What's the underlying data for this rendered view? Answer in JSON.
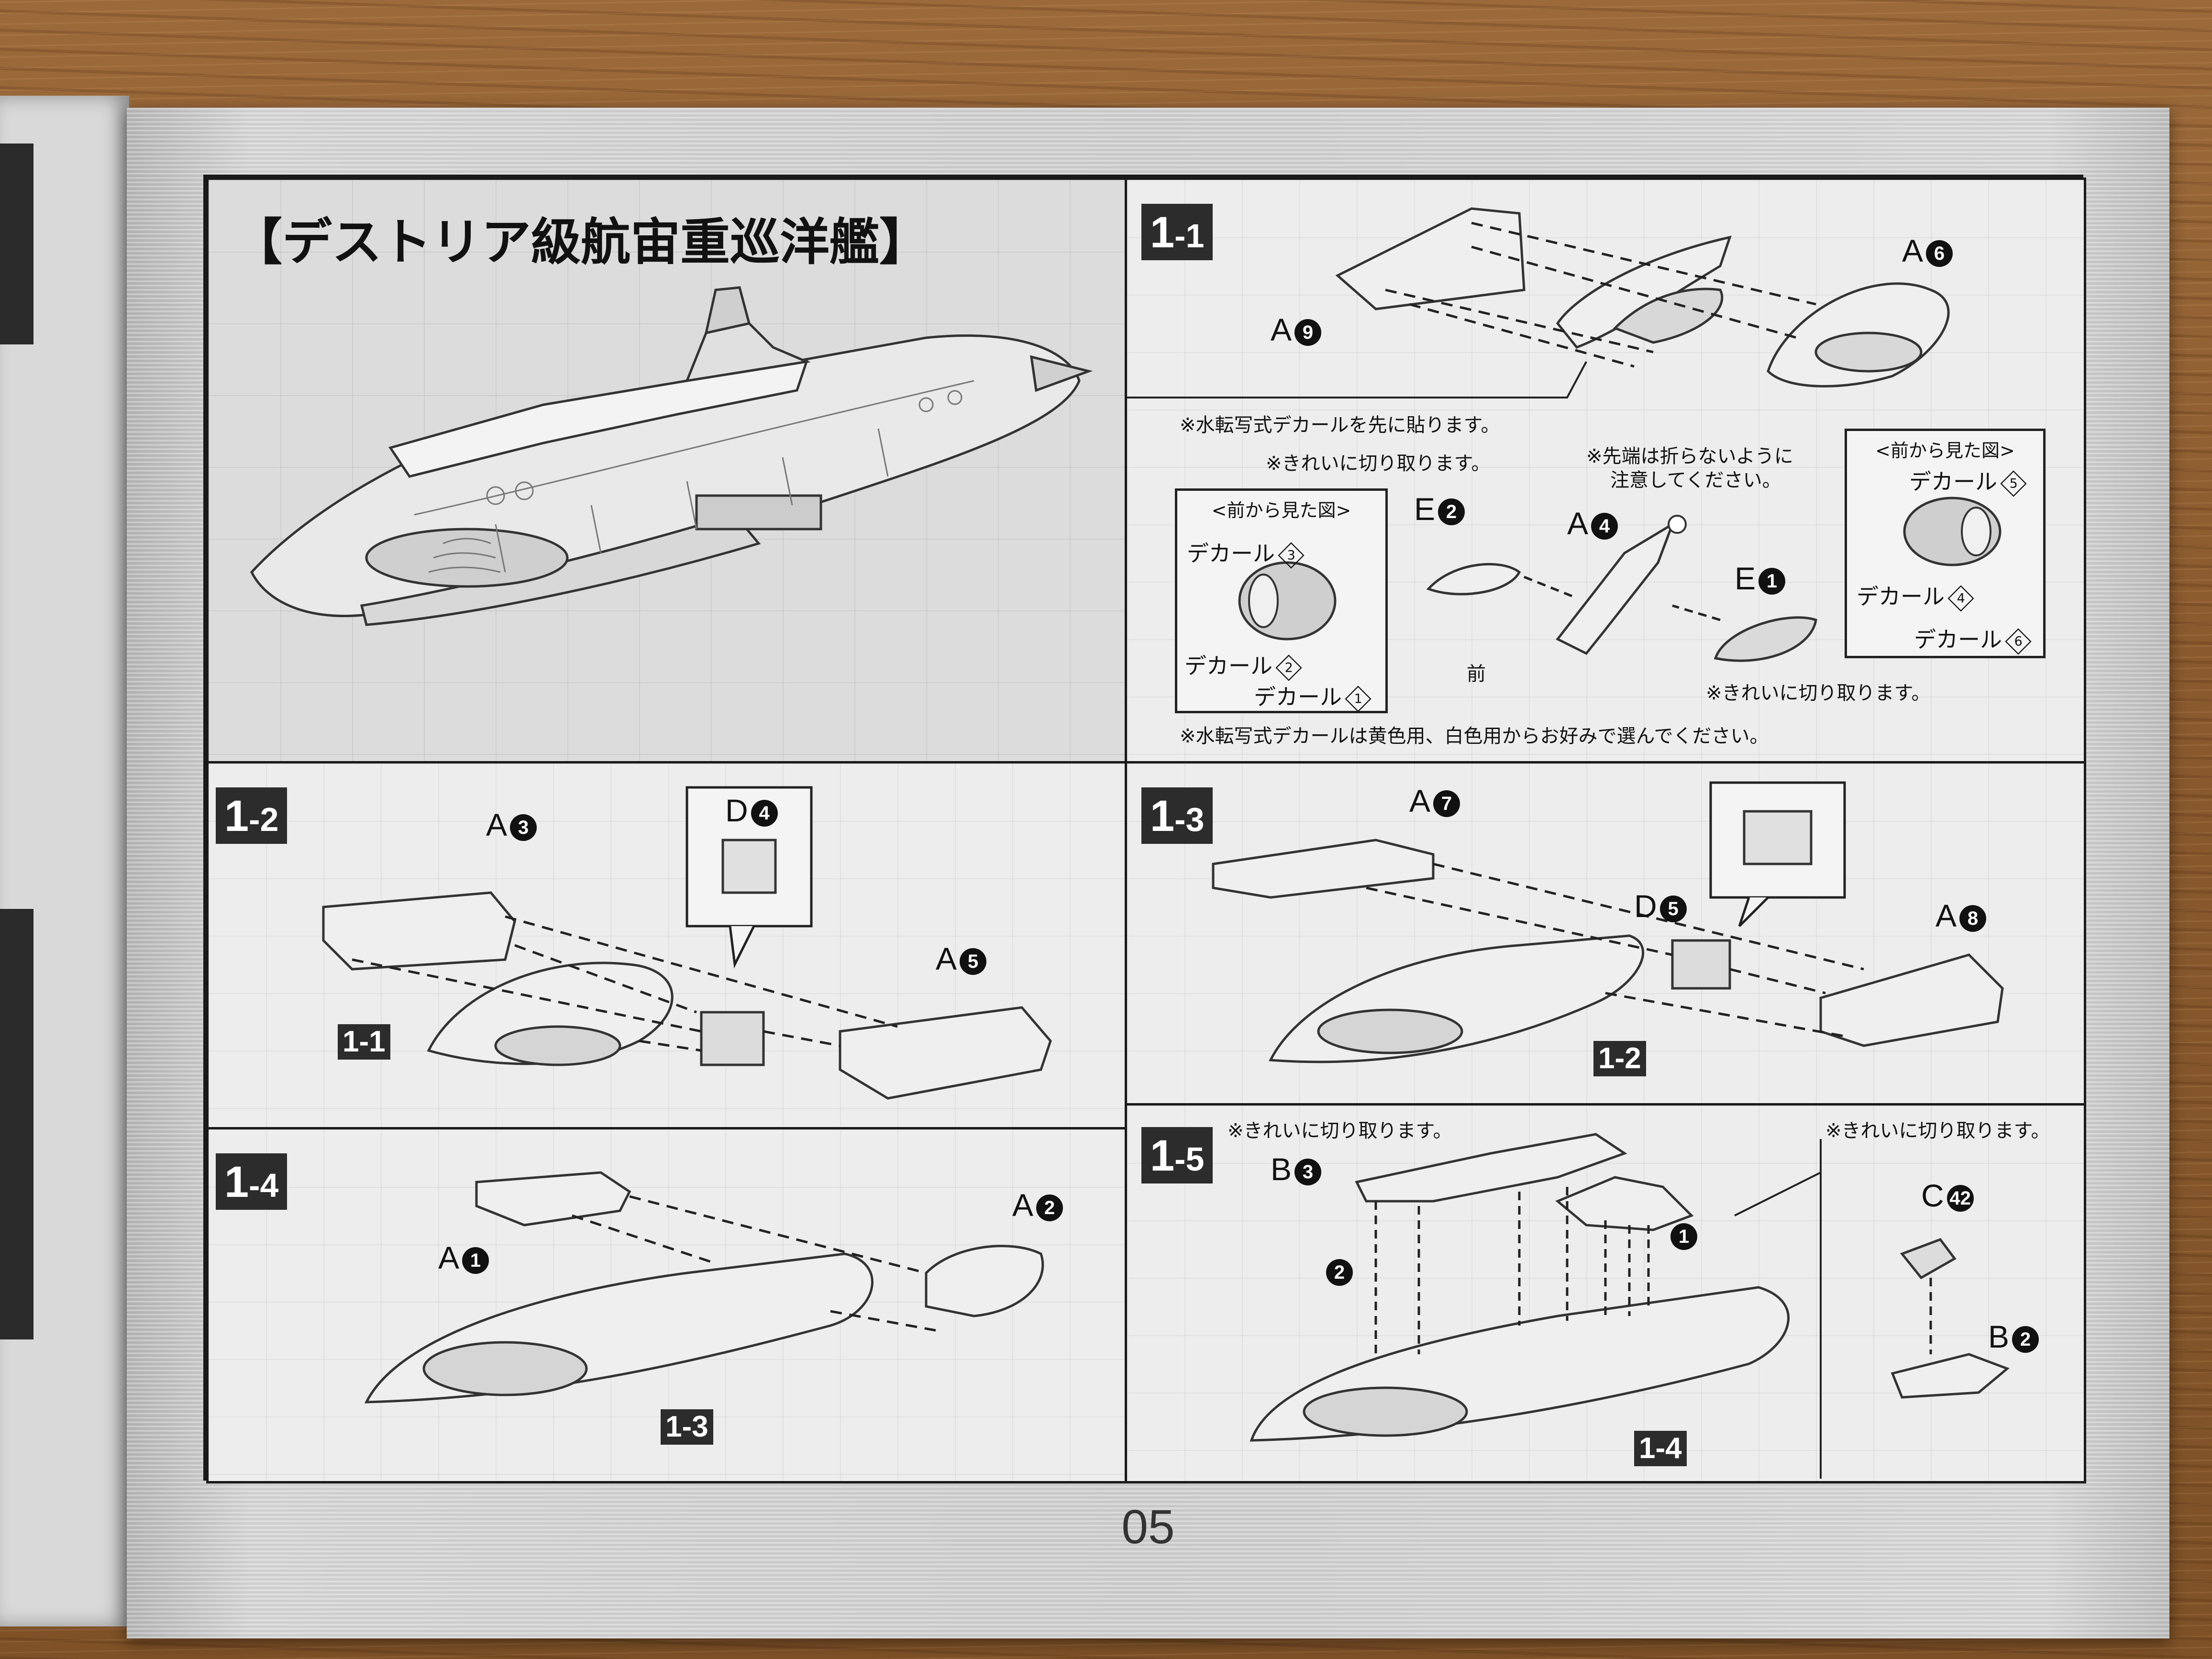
{
  "page": {
    "heading": "【デストリア級航宙重巡洋艦】",
    "page_number": "05"
  },
  "steps": {
    "s11": {
      "label_main": "1",
      "label_sub": "-1"
    },
    "s12": {
      "label_main": "1",
      "label_sub": "-2"
    },
    "s13": {
      "label_main": "1",
      "label_sub": "-3"
    },
    "s14": {
      "label_main": "1",
      "label_sub": "-4"
    },
    "s15": {
      "label_main": "1",
      "label_sub": "-5"
    }
  },
  "step_1_1": {
    "part_a9": "A",
    "part_a9_num": "9",
    "part_a6": "A",
    "part_a6_num": "6",
    "part_e2": "E",
    "part_e2_num": "2",
    "part_a4": "A",
    "part_a4_num": "4",
    "part_e1": "E",
    "part_e1_num": "1",
    "note_decal_first": "※水転写式デカールを先に貼ります。",
    "note_cut_clean_1": "※きれいに切り取ります。",
    "note_tip_line1": "※先端は折らないように",
    "note_tip_line2": "注意してください。",
    "note_cut_clean_2": "※きれいに切り取ります。",
    "note_decal_choice": "※水転写式デカールは黄色用、白色用からお好みで選んでください。",
    "front_label": "前",
    "front_view_title_left": "<前から見た図>",
    "front_view_title_right": "<前から見た図>",
    "decal_word": "デカール",
    "decal_3": "3",
    "decal_2": "2",
    "decal_1": "1",
    "decal_5": "5",
    "decal_4": "4",
    "decal_6": "6"
  },
  "step_1_2": {
    "part_a3": "A",
    "part_a3_num": "3",
    "part_d4": "D",
    "part_d4_num": "4",
    "part_a5": "A",
    "part_a5_num": "5",
    "ref": "1-1"
  },
  "step_1_3": {
    "part_a7": "A",
    "part_a7_num": "7",
    "part_d5": "D",
    "part_d5_num": "5",
    "part_a8": "A",
    "part_a8_num": "8",
    "ref": "1-2"
  },
  "step_1_4": {
    "part_a1": "A",
    "part_a1_num": "1",
    "part_a2": "A",
    "part_a2_num": "2",
    "ref": "1-3"
  },
  "step_1_5": {
    "note_cut_left": "※きれいに切り取ります。",
    "note_cut_right": "※きれいに切り取ります。",
    "part_b3": "B",
    "part_b3_num": "3",
    "part_c42": "C",
    "part_c42_num": "42",
    "part_b2": "B",
    "part_b2_num": "2",
    "marker_1": "1",
    "marker_2": "2",
    "ref": "1-4"
  }
}
